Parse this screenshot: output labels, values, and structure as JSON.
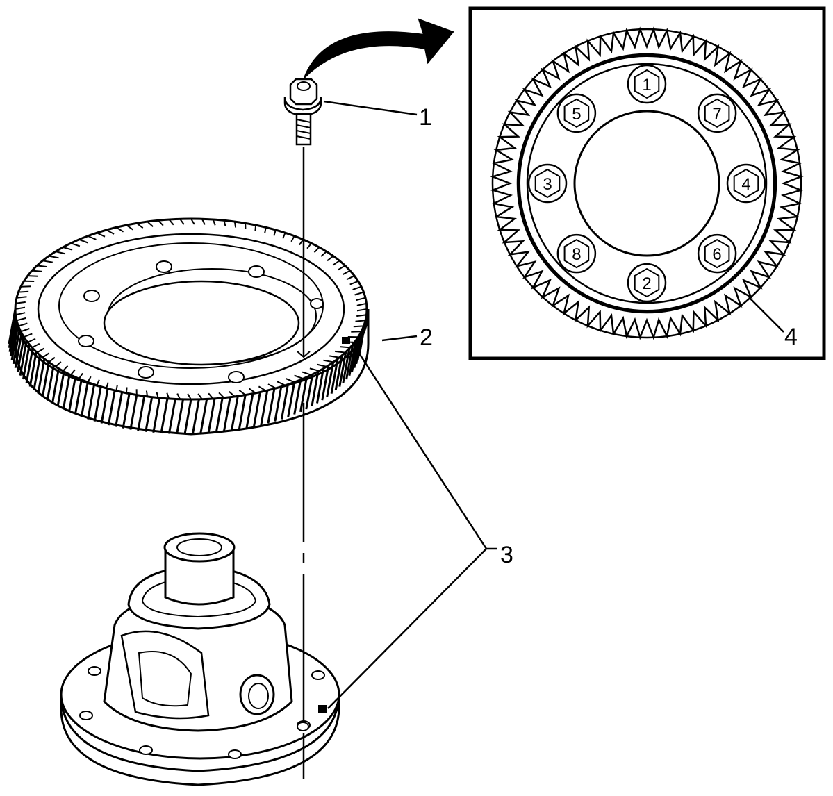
{
  "callouts": {
    "bolt": "1",
    "ring_gear": "2",
    "alignment_marks": "3",
    "inset_gear": "4"
  },
  "inset": {
    "bolt_sequence": [
      {
        "label": "1"
      },
      {
        "label": "7"
      },
      {
        "label": "4"
      },
      {
        "label": "6"
      },
      {
        "label": "2"
      },
      {
        "label": "8"
      },
      {
        "label": "3"
      },
      {
        "label": "5"
      }
    ]
  },
  "colors": {
    "line": "#000000",
    "background": "#ffffff"
  }
}
